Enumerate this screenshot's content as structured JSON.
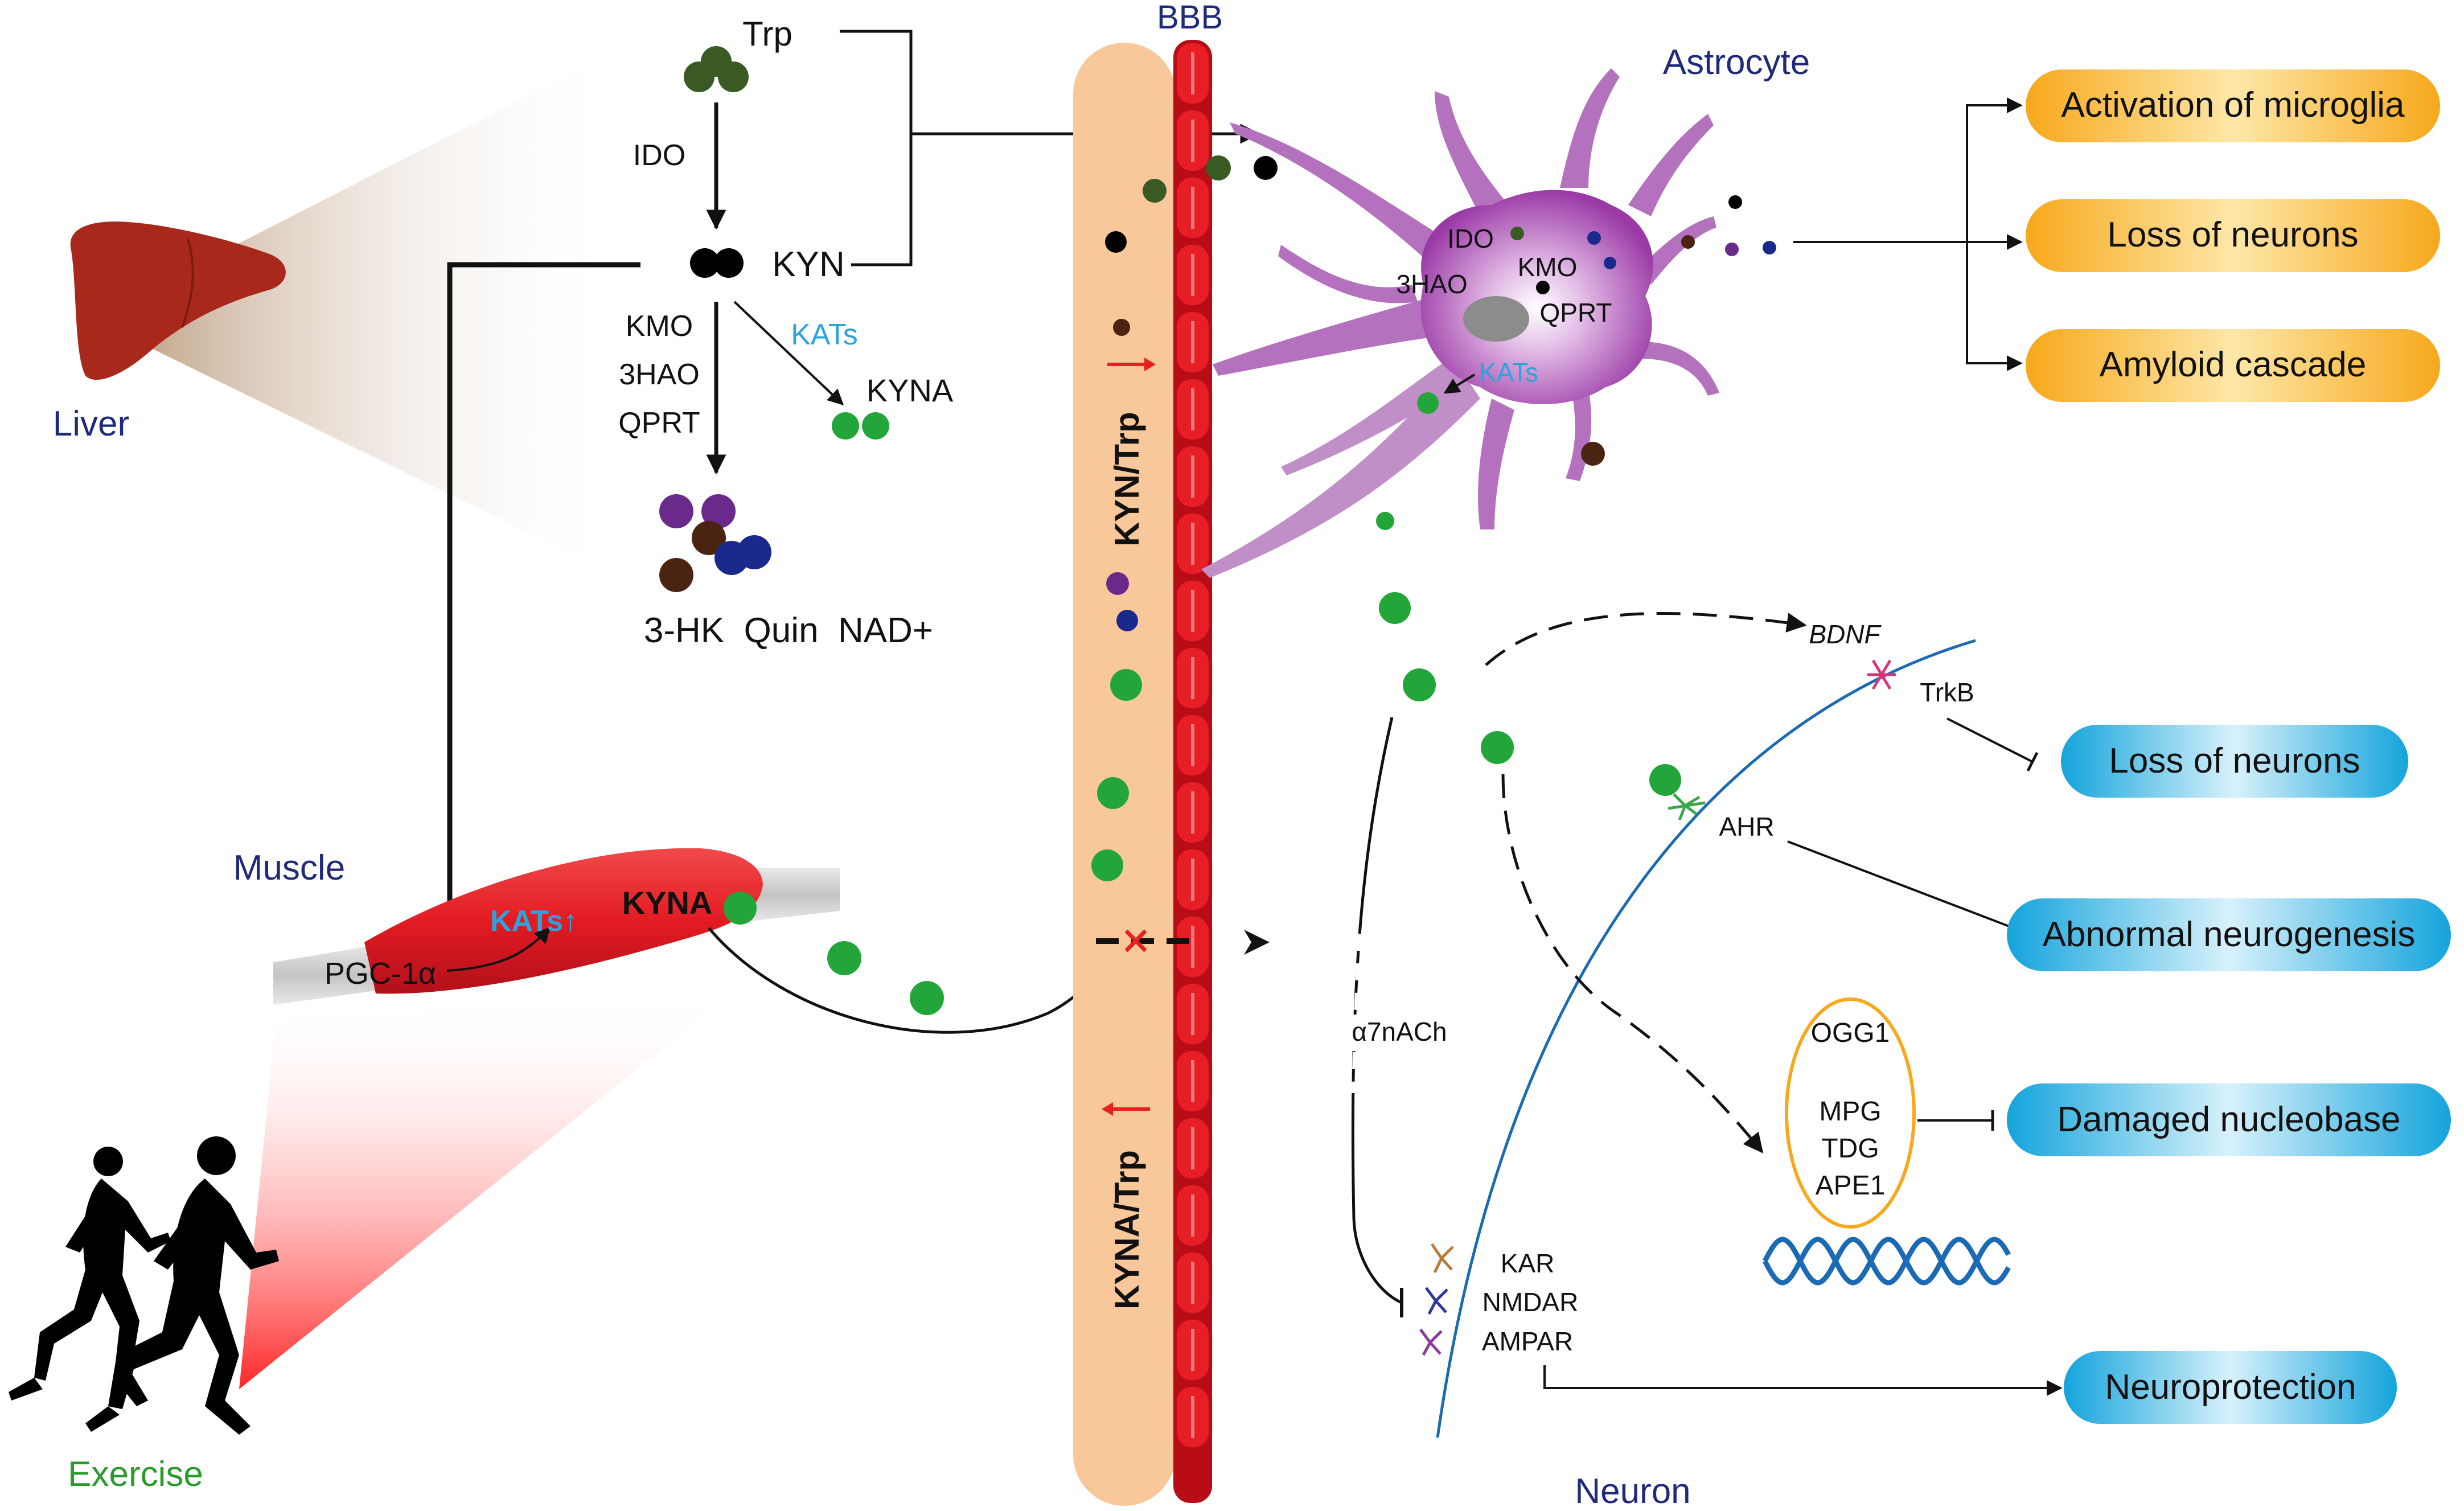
{
  "colors": {
    "liver": "#a8281c",
    "muscle": "#e31b23",
    "bbb_band": "#f9c89a",
    "vessel": "#d9101a",
    "astrocyte": "#9b3aa6",
    "dark_green": "#3a5a24",
    "green": "#22a63a",
    "purple": "#6a2a8c",
    "brown": "#4a2410",
    "navy": "#1a2a8c",
    "orange_box": "#f7a81b",
    "blue_box": "#14a4dc",
    "membrane": "#1a6ab4",
    "label_blue": "#1f2a7c",
    "label_green": "#2a9a2a",
    "kats_blue": "#2aa4dc",
    "red_arrow": "#e8201e"
  },
  "labels": {
    "bbb": "BBB",
    "astrocyte": "Astrocyte",
    "liver": "Liver",
    "muscle": "Muscle",
    "exercise": "Exercise",
    "neuron": "Neuron"
  },
  "pathway": {
    "trp": "Trp",
    "ido": "IDO",
    "kyn": "KYN",
    "kmo": "KMO",
    "hao3": "3HAO",
    "qprt": "QPRT",
    "kats": "KATs",
    "kyna": "KYNA",
    "products": "3-HK  Quin  NAD+"
  },
  "muscle": {
    "pgc": "PGC-1α",
    "kats_up": "KATs↑",
    "kyna": "KYNA"
  },
  "bbb_ratios": {
    "kyn_trp": "KYN/Trp",
    "kyna_trp": "KYNA/Trp"
  },
  "astro_enzymes": {
    "ido": "IDO",
    "kmo": "KMO",
    "hao3": "3HAO",
    "qprt": "QPRT",
    "kats": "KATs"
  },
  "orange_outcomes": [
    "Activation of microglia",
    "Loss of neurons",
    "Amyloid cascade"
  ],
  "neuron": {
    "bdnf": "BDNF",
    "trkb": "TrkB",
    "ahr": "AHR",
    "a7nach": "α7nACh",
    "kar": "KAR",
    "nmdar": "NMDAR",
    "ampar": "AMPAR",
    "repair": [
      "OGG1",
      "MPG",
      "TDG",
      "APE1"
    ]
  },
  "blue_outcomes": [
    "Loss of neurons",
    "Abnormal neurogenesis",
    "Damaged nucleobase",
    "Neuroprotection"
  ],
  "icons": [
    "liver-icon",
    "muscle-icon",
    "runners-icon",
    "astrocyte-icon",
    "dna-helix-icon",
    "blood-vessel-icon",
    "receptor-icon"
  ]
}
